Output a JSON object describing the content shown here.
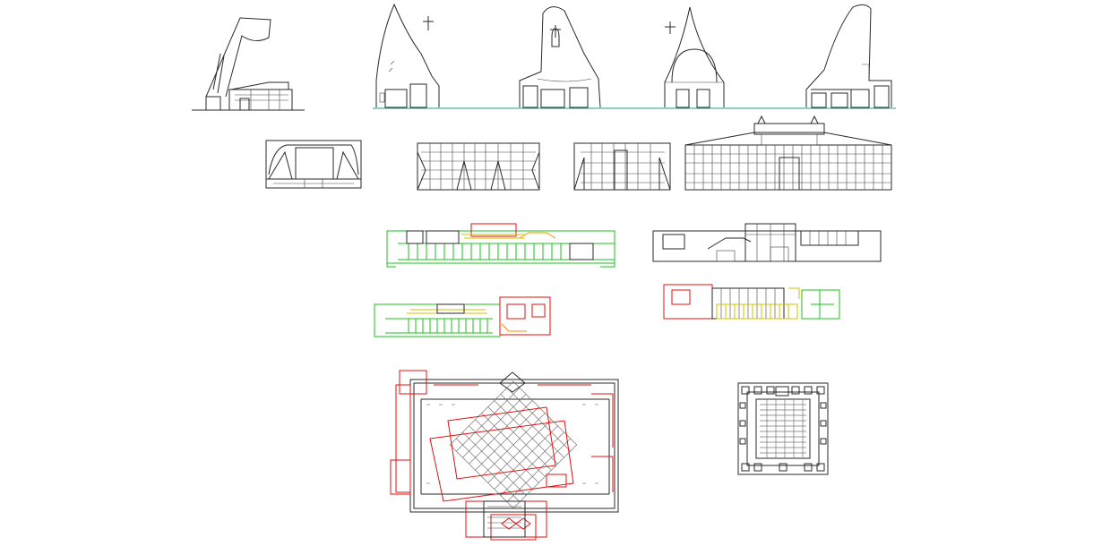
{
  "drawing": {
    "background": "#ffffff",
    "colors": {
      "linework": "#2a2a2a",
      "red_layer": "#e01010",
      "green_layer": "#19c419",
      "yellow_layer": "#d4c000",
      "orange_layer": "#ff8a00",
      "ground_line": "#2a9a9a"
    },
    "sheets": [
      {
        "id": "church-section",
        "kind": "section"
      },
      {
        "id": "church-elevations",
        "kind": "elevation",
        "count": 4
      },
      {
        "id": "auditorium-section",
        "kind": "section"
      },
      {
        "id": "stepped-elevations",
        "kind": "elevation",
        "count": 2
      },
      {
        "id": "palace-facade",
        "kind": "elevation"
      },
      {
        "id": "colored-elevation-green",
        "kind": "elevation"
      },
      {
        "id": "black-elevation",
        "kind": "elevation"
      },
      {
        "id": "colored-elevation-left",
        "kind": "elevation"
      },
      {
        "id": "colored-elevation-right",
        "kind": "elevation"
      },
      {
        "id": "main-floor-plan",
        "kind": "plan"
      },
      {
        "id": "square-plan",
        "kind": "plan"
      }
    ]
  }
}
